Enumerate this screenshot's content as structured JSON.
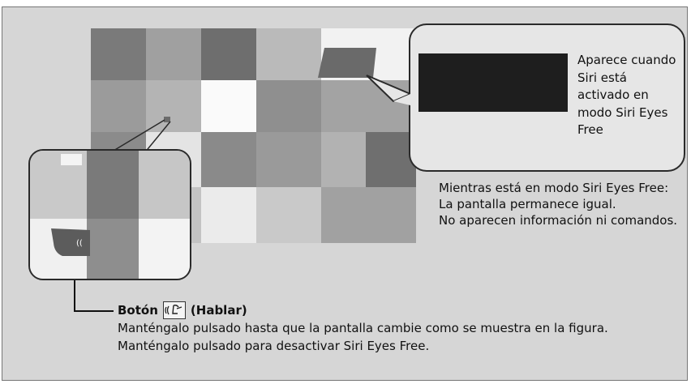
{
  "bubble": {
    "text": "Aparece cuando Siri está activado en modo Siri Eyes Free"
  },
  "side": {
    "line1": "Mientras está en modo Siri Eyes Free:",
    "line2": "La pantalla permanece igual.",
    "line3": "No aparecen información ni comandos."
  },
  "button": {
    "label_start": "Botón",
    "label_end": "(Hablar)",
    "icon": "talk-icon",
    "desc1": "Manténgalo pulsado hasta que la pantalla cambie como se muestra en la figura.",
    "desc2": "Manténgalo pulsado para desactivar Siri Eyes Free."
  }
}
